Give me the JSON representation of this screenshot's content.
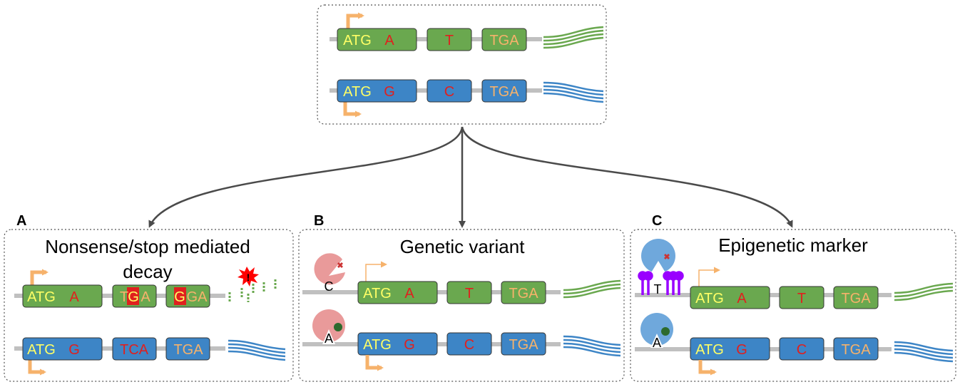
{
  "colors": {
    "green_box": "#6aa84f",
    "blue_box": "#3d85c6",
    "start_codon": "#ffff66",
    "variant_base": "#e0201e",
    "stop_codon": "#f6b26b",
    "premature_stop_highlight": "#e0201e",
    "arrow_orange": "#f6b26b",
    "dna_line": "#c0c0c0",
    "frame_border": "#555555",
    "connector": "#4a4a4a",
    "protein_pink": "#e99a9a",
    "protein_blue": "#6fa8dc",
    "methyl_purple": "#9900ff",
    "decay_burst": "#ff0000",
    "dot_green": "#2d6a2d",
    "cross_mark": "#cc3333"
  },
  "top": {
    "green_allele": {
      "start": "ATG",
      "variant": "A",
      "mid": "T",
      "stop": "TGA"
    },
    "blue_allele": {
      "start": "ATG",
      "variant": "G",
      "mid": "C",
      "stop": "TGA"
    }
  },
  "panel_a": {
    "letter": "A",
    "title_line1": "Nonsense/stop mediated",
    "title_line2": "decay",
    "green_allele": {
      "start": "ATG",
      "variant": "A",
      "codon2": [
        "T",
        "G",
        "A"
      ],
      "codon3": [
        "G",
        "GA"
      ]
    },
    "blue_allele": {
      "start": "ATG",
      "variant": "G",
      "codon2": "TCA",
      "stop": "TGA"
    },
    "burst_mark": "!"
  },
  "panel_b": {
    "letter": "B",
    "title": "Genetic variant",
    "protein_top_base": "C",
    "protein_bottom_base": "A",
    "green_allele": {
      "start": "ATG",
      "variant": "A",
      "mid": "T",
      "stop": "TGA"
    },
    "blue_allele": {
      "start": "ATG",
      "variant": "G",
      "mid": "C",
      "stop": "TGA"
    }
  },
  "panel_c": {
    "letter": "C",
    "title": "Epigenetic marker",
    "protein_top_base": "T",
    "protein_bottom_base": "A",
    "green_allele": {
      "start": "ATG",
      "variant": "A",
      "mid": "T",
      "stop": "TGA"
    },
    "blue_allele": {
      "start": "ATG",
      "variant": "G",
      "mid": "C",
      "stop": "TGA"
    }
  }
}
